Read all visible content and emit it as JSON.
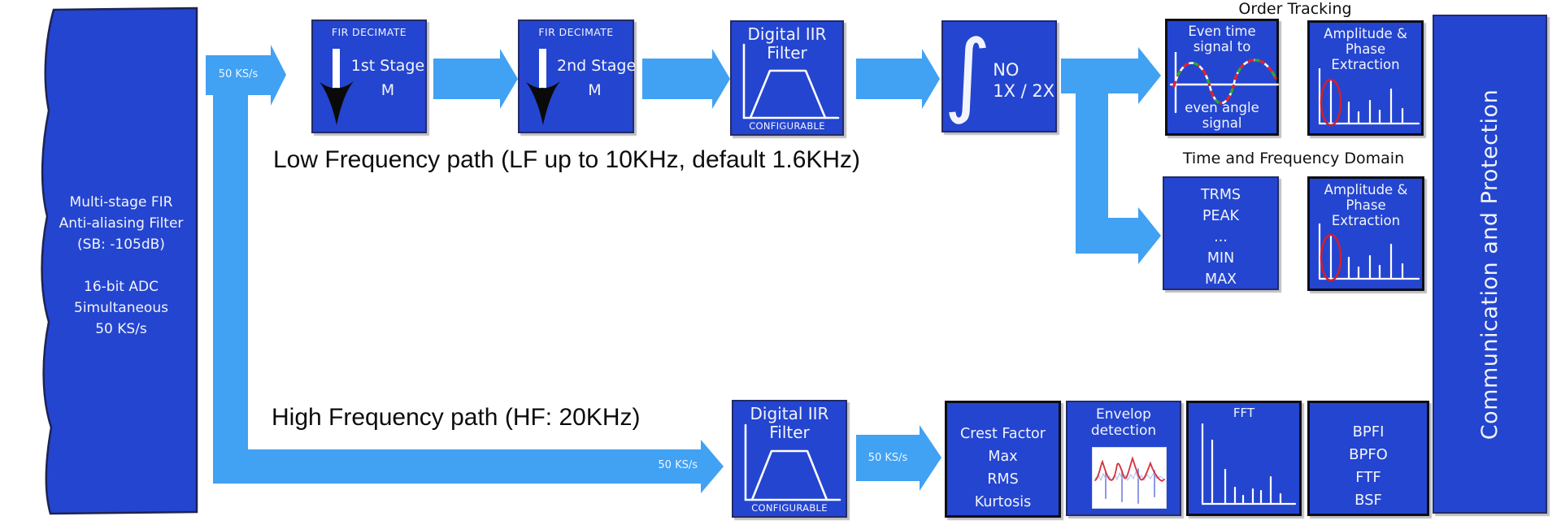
{
  "blocks": {
    "adc": {
      "l1": "Multi-stage FIR",
      "l2": "Anti-aliasing Filter",
      "l3": "(SB: -105dB)",
      "l4": "16-bit ADC",
      "l5": "5imultaneous",
      "l6": "50 KS/s"
    },
    "fir1": {
      "header": "FIR DECIMATE",
      "title": "1st Stage",
      "factor": "M"
    },
    "fir2": {
      "header": "FIR DECIMATE",
      "title": "2nd Stage",
      "factor": "M"
    },
    "iir_top": {
      "l1": "Digital IIR",
      "l2": "Filter",
      "footer": "CONFIGURABLE"
    },
    "iir_bottom": {
      "l1": "Digital IIR",
      "l2": "Filter",
      "footer": "CONFIGURABLE"
    },
    "integrator": {
      "symbol": "∫",
      "l1": "NO",
      "l2": "1X / 2X"
    },
    "even_time": {
      "l1": "Even time",
      "l2": "signal to",
      "l3": "even angle",
      "l4": "signal"
    },
    "amp_extract_top": {
      "l1": "Amplitude &",
      "l2": "Phase",
      "l3": "Extraction"
    },
    "amp_extract_mid": {
      "l1": "Amplitude &",
      "l2": "Phase",
      "l3": "Extraction"
    },
    "stats": {
      "l1": "TRMS",
      "l2": "PEAK",
      "l3": "...",
      "l4": "MIN",
      "l5": "MAX"
    },
    "crest": {
      "l1": "Crest Factor",
      "l2": "Max",
      "l3": "RMS",
      "l4": "Kurtosis"
    },
    "envelope": {
      "l1": "Envelop",
      "l2": "detection"
    },
    "fft": {
      "title": "FFT"
    },
    "bearing_freqs": {
      "l1": "BPFI",
      "l2": "BPFO",
      "l3": "FTF",
      "l4": "BSF"
    },
    "comm": {
      "label": "Communication and Protection"
    }
  },
  "headings": {
    "order_tracking": "Order Tracking",
    "time_frequency": "Time and Frequency Domain"
  },
  "paths": {
    "low_frequency": "Low Frequency path (LF up to 10KHz, default 1.6KHz)",
    "high_frequency": "High Frequency path (HF: 20KHz)"
  },
  "rates": {
    "adc_out": "50 KS/s",
    "hf_out": "50 KS/s",
    "iir_out": "50 KS/s"
  },
  "colors": {
    "block_blue": "#2445cf",
    "arrow_blue": "#41a1f3",
    "accent_red": "#d01f2f",
    "accent_green": "#1fae2e",
    "text_white": "#f2f4fb",
    "heading_black": "#101010"
  }
}
